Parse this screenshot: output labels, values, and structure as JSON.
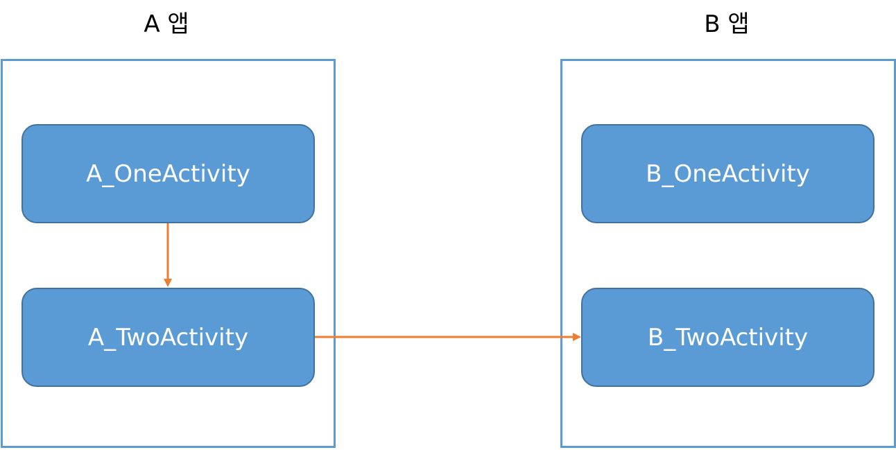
{
  "apps": [
    {
      "title": "A 앱",
      "activities": [
        "A_OneActivity",
        "A_TwoActivity"
      ]
    },
    {
      "title": "B 앱",
      "activities": [
        "B_OneActivity",
        "B_TwoActivity"
      ]
    }
  ],
  "colors": {
    "container_border": "#5b9bd5",
    "activity_fill": "#5b9bd5",
    "activity_border": "#41719c",
    "activity_text": "#ffffff",
    "arrow": "#ed7d31"
  }
}
